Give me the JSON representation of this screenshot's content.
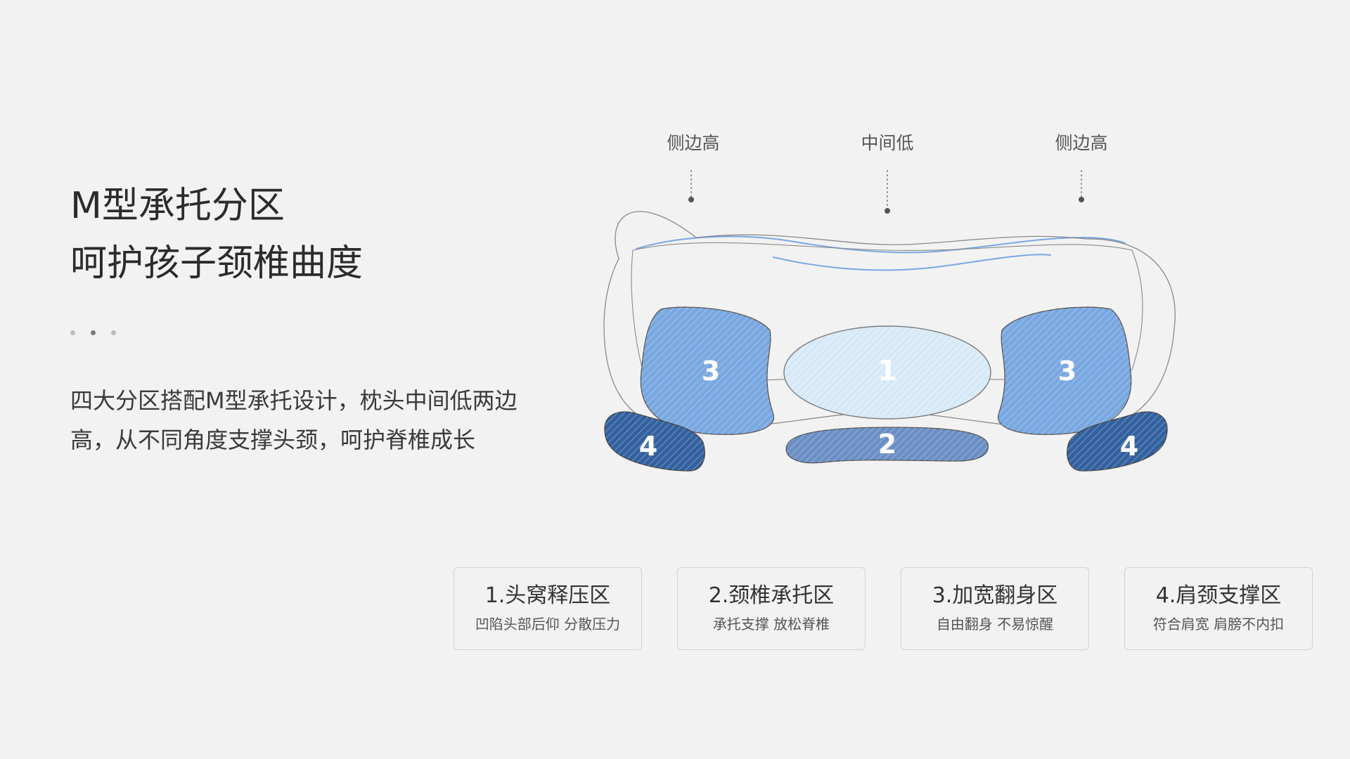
{
  "heading": {
    "line1": "M型承托分区",
    "line2": "呵护孩子颈椎曲度"
  },
  "pagination": {
    "count": 3,
    "active_index": 1
  },
  "description": "四大分区搭配M型承托设计，枕头中间低两边高，从不同角度支撑头颈，呵护脊椎成长",
  "diagram": {
    "labels": {
      "left": "侧边高",
      "center": "中间低",
      "right": "侧边高"
    },
    "zones": {
      "head": "1",
      "neck": "2",
      "side_left": "3",
      "side_right": "3",
      "shoulder_left": "4",
      "shoulder_right": "4"
    },
    "colors": {
      "zone1": "#dcecf8",
      "zone2": "#6b8fc4",
      "zone3": "#79a7e0",
      "zone4": "#33619f",
      "curve": "#7aa7e2",
      "outline": "#8a8a8a"
    }
  },
  "cards": [
    {
      "title": "1.头窝释压区",
      "subtitle": "凹陷头部后仰 分散压力"
    },
    {
      "title": "2.颈椎承托区",
      "subtitle": "承托支撑 放松脊椎"
    },
    {
      "title": "3.加宽翻身区",
      "subtitle": "自由翻身 不易惊醒"
    },
    {
      "title": "4.肩颈支撑区",
      "subtitle": "符合肩宽 肩膀不内扣"
    }
  ]
}
